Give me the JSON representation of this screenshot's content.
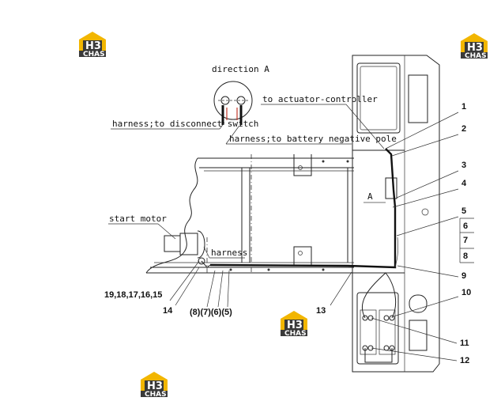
{
  "labels": {
    "direction": "direction A",
    "actuator": "to actuator-controller",
    "disconnect": "harness;to disconnect switch",
    "battery_neg": "harness;to battery negative pole",
    "start_motor": "start motor",
    "harness": "harness",
    "view_a": "A"
  },
  "callouts": {
    "c1": "1",
    "c2": "2",
    "c3": "3",
    "c4": "4",
    "c5": "5",
    "c6": "6",
    "c7": "7",
    "c8": "8",
    "c9": "9",
    "c10": "10",
    "c11": "11",
    "c12": "12",
    "c13": "13",
    "c14": "14",
    "c15": "19,18,17,16,15",
    "c5678": "(8)(7)(6)(5)"
  },
  "watermark": {
    "letters": "H3",
    "text": "CHAS",
    "color_gold": "#f2b600",
    "color_dark": "#3a3a3a"
  }
}
